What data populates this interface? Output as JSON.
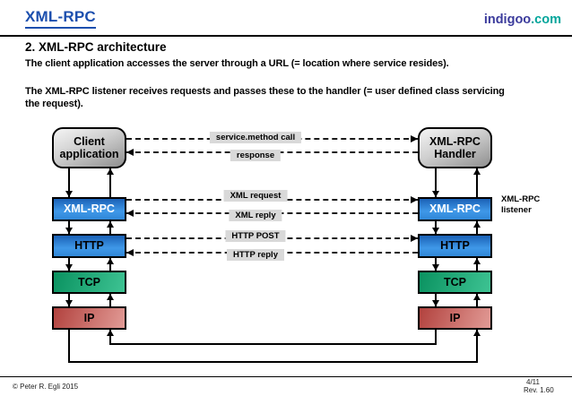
{
  "header": {
    "title": "XML-RPC",
    "brand_name": "indigoo",
    "brand_tld": ".com"
  },
  "section": {
    "heading": "2. XML-RPC architecture",
    "para1": "The client application accesses the server through a URL (= location where service resides).",
    "para2": "The XML-RPC listener receives requests and passes these to the handler (= user defined class servicing the request)."
  },
  "diagram": {
    "left_stack": {
      "top": "Client application",
      "layers": [
        "XML-RPC",
        "HTTP",
        "TCP",
        "IP"
      ]
    },
    "right_stack": {
      "top": "XML-RPC Handler",
      "layers": [
        "XML-RPC",
        "HTTP",
        "TCP",
        "IP"
      ]
    },
    "messages": [
      "service.method call",
      "response",
      "XML request",
      "XML reply",
      "HTTP POST",
      "HTTP reply"
    ],
    "listener_label": "XML-RPC listener"
  },
  "footer": {
    "copyright": "© Peter R. Egli 2015",
    "page": "4/11",
    "revision": "Rev. 1.60"
  },
  "colors": {
    "title_blue": "#1c4fae",
    "brand_navy": "#3b3b9c",
    "brand_teal": "#00a59b",
    "box_blue_top": "#1b61b6",
    "box_blue_bottom": "#3f98e8",
    "box_green_dark": "#0a9260",
    "box_green_light": "#3ec393",
    "box_red_dark": "#b2423e",
    "box_red_light": "#e29b96",
    "box_gray_light": "#f4f4f4",
    "box_gray_dark": "#8f8f8f",
    "message_label_bg": "#d9d9d9"
  }
}
